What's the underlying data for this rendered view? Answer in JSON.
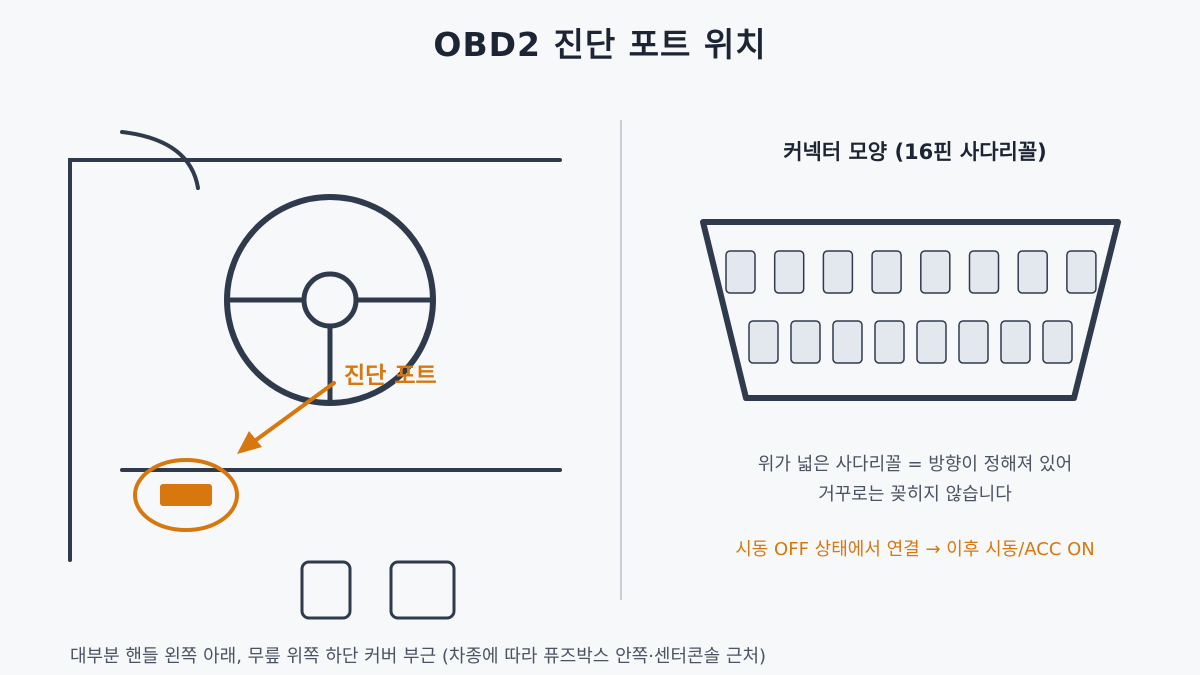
{
  "title": "OBD2 진단 포트 위치",
  "dashboard": {
    "port_label": "진단 포트",
    "caption": "대부분 핸들 왼쪽 아래, 무릎 위쪽 하단 커버 부근  (차종에 따라 퓨즈박스 안쪽·센터콘솔 근처)"
  },
  "connector": {
    "title": "커넥터 모양 (16핀 사다리꼴)",
    "pin_rows": [
      8,
      8
    ],
    "note_line1": "위가 넓은 사다리꼴 = 방향이 정해져 있어",
    "note_line2": "거꾸로는 꽂히지 않습니다",
    "warning": "시동 OFF 상태에서 연결 → 이후 시동/ACC ON"
  },
  "colors": {
    "line": "#2f3b4d",
    "accent": "#d6780e",
    "pin_fill": "#e3e8ef",
    "divider": "#c9ced6"
  }
}
